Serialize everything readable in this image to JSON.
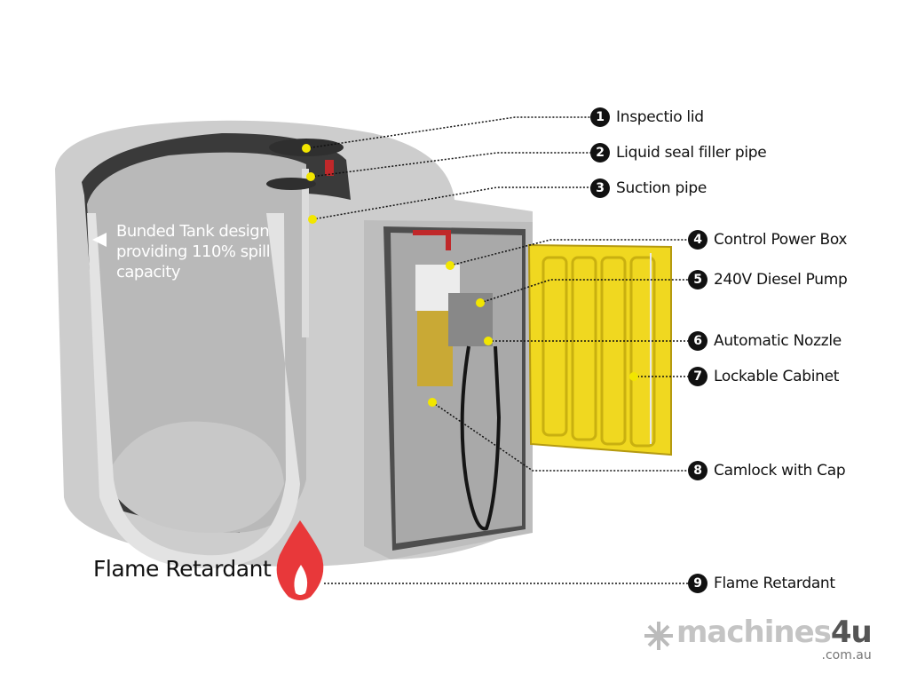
{
  "callouts": [
    {
      "number": "1",
      "label": "Inspectio lid"
    },
    {
      "number": "2",
      "label": "Liquid seal filler pipe"
    },
    {
      "number": "3",
      "label": "Suction pipe"
    },
    {
      "number": "4",
      "label": "Control Power Box"
    },
    {
      "number": "5",
      "label": "240V Diesel Pump"
    },
    {
      "number": "6",
      "label": "Automatic Nozzle"
    },
    {
      "number": "7",
      "label": "Lockable Cabinet"
    },
    {
      "number": "8",
      "label": "Camlock with Cap"
    },
    {
      "number": "9",
      "label": "Flame Retardant"
    }
  ],
  "tank_note": {
    "line1": "Bunded Tank design",
    "line2": "providing 110% spill",
    "line3": "capacity"
  },
  "flame_label": "Flame Retardant",
  "logo": {
    "word": "machines",
    "accent": "4u",
    "sub": ".com.au"
  },
  "colors": {
    "marker": "#f2e600",
    "cabinet_door": "#f0d820",
    "flame": "#e8383a",
    "tank": "#c9c9c9"
  }
}
